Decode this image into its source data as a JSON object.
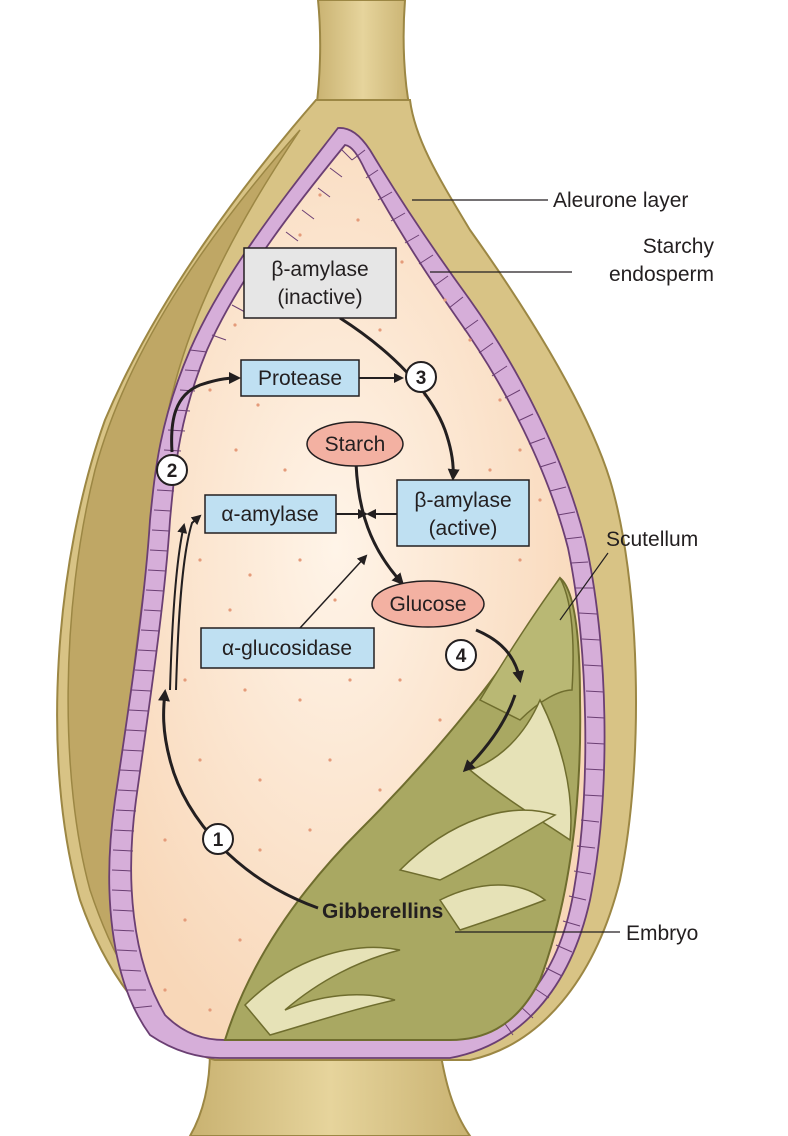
{
  "labels": {
    "aleurone": "Aleurone layer",
    "starchy_1": "Starchy",
    "starchy_2": "endosperm",
    "scutellum": "Scutellum",
    "embryo": "Embryo",
    "gibberellins": "Gibberellins"
  },
  "boxes": {
    "beta_inactive_1": "β-amylase",
    "beta_inactive_2": "(inactive)",
    "protease": "Protease",
    "alpha_amylase": "α-amylase",
    "beta_active_1": "β-amylase",
    "beta_active_2": "(active)",
    "alpha_glucosidase": "α-glucosidase",
    "starch": "Starch",
    "glucose": "Glucose"
  },
  "steps": [
    "1",
    "2",
    "3",
    "4"
  ],
  "colors": {
    "seed_coat": "#d9c48a",
    "aleurone": "#d7b0d8",
    "endosperm": "#fbe1c8",
    "embryo": "#a8a760",
    "box_blue": "#bfe0f2",
    "box_gray": "#e6e6e6",
    "ellipse_pink": "#f3b1a2"
  }
}
